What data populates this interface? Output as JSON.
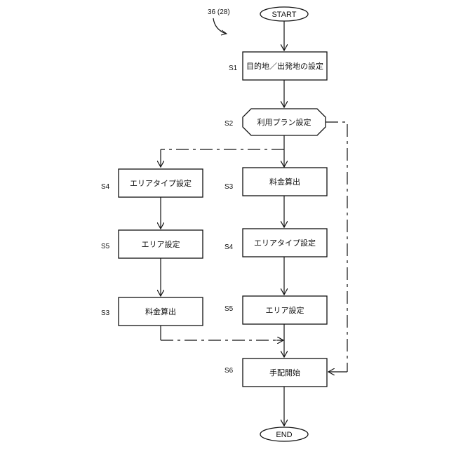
{
  "figure_ref": "36 (28)",
  "start_label": "START",
  "end_label": "END",
  "steps": {
    "s1": {
      "id": "S1",
      "label": "目的地／出発地の設定"
    },
    "s2": {
      "id": "S2",
      "label": "利用プラン設定"
    },
    "left_s4": {
      "id": "S4",
      "label": "エリアタイプ設定"
    },
    "left_s5": {
      "id": "S5",
      "label": "エリア設定"
    },
    "left_s3": {
      "id": "S3",
      "label": "料金算出"
    },
    "center_s3": {
      "id": "S3",
      "label": "料金算出"
    },
    "center_s4": {
      "id": "S4",
      "label": "エリアタイプ設定"
    },
    "center_s5": {
      "id": "S5",
      "label": "エリア設定"
    },
    "s6": {
      "id": "S6",
      "label": "手配開始"
    }
  }
}
